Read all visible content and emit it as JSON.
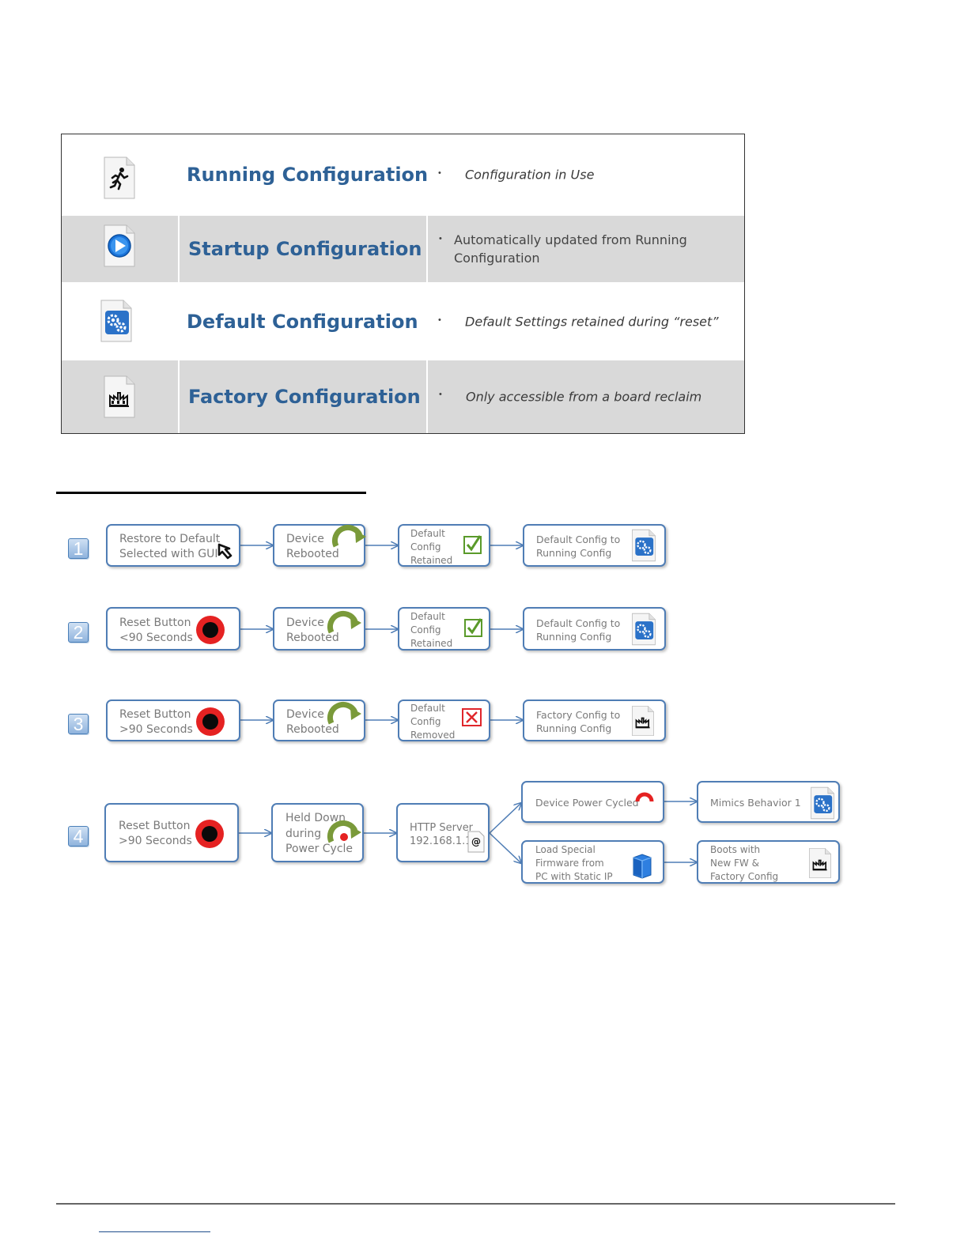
{
  "config_table": {
    "rows": [
      {
        "name": "Running Configuration",
        "description": "Configuration in Use",
        "icon": "running-man-icon"
      },
      {
        "name": "Startup Configuration",
        "description": "Automatically updated from Running Configuration",
        "icon": "play-icon"
      },
      {
        "name": "Default Configuration",
        "description": "Default Settings retained during “reset”",
        "icon": "gears-icon"
      },
      {
        "name": "Factory Configuration",
        "description": "Only accessible from a board reclaim",
        "icon": "factory-icon"
      }
    ],
    "bullet": "•"
  },
  "flows": {
    "1": {
      "number": "1",
      "box1": "Restore to Default\nSelected with GUI",
      "box2": "Device\nRebooted",
      "box3": "Default\nConfig\nRetained",
      "box4": "Default Config to\nRunning Config"
    },
    "2": {
      "number": "2",
      "box1": "Reset Button\n<90 Seconds",
      "box2": "Device\nRebooted",
      "box3": "Default\nConfig\nRetained",
      "box4": "Default Config to\nRunning Config"
    },
    "3": {
      "number": "3",
      "box1": "Reset Button\n>90 Seconds",
      "box2": "Device\nRebooted",
      "box3": "Default\nConfig\nRemoved",
      "box4": "Factory Config to\nRunning Config"
    },
    "4": {
      "number": "4",
      "box1": "Reset Button\n>90 Seconds",
      "box2": "Held Down\nduring\nPower Cycle",
      "box3": "HTTP Server\n192.168.1.1",
      "upper_a": "Device Power Cycled",
      "upper_b": "Mimics Behavior 1",
      "lower_a": "Load Special\nFirmware from\nPC with Static IP",
      "lower_b": "Boots with\nNew FW &\nFactory Config"
    }
  },
  "colors": {
    "heading_blue": "#2e6196",
    "box_border": "#4f7db5",
    "arrow": "#4f7db5",
    "reboot_green": "#7a9a3a",
    "check_green": "#5a9a2a",
    "x_red": "#e0262b",
    "button_red": "#e52222"
  }
}
